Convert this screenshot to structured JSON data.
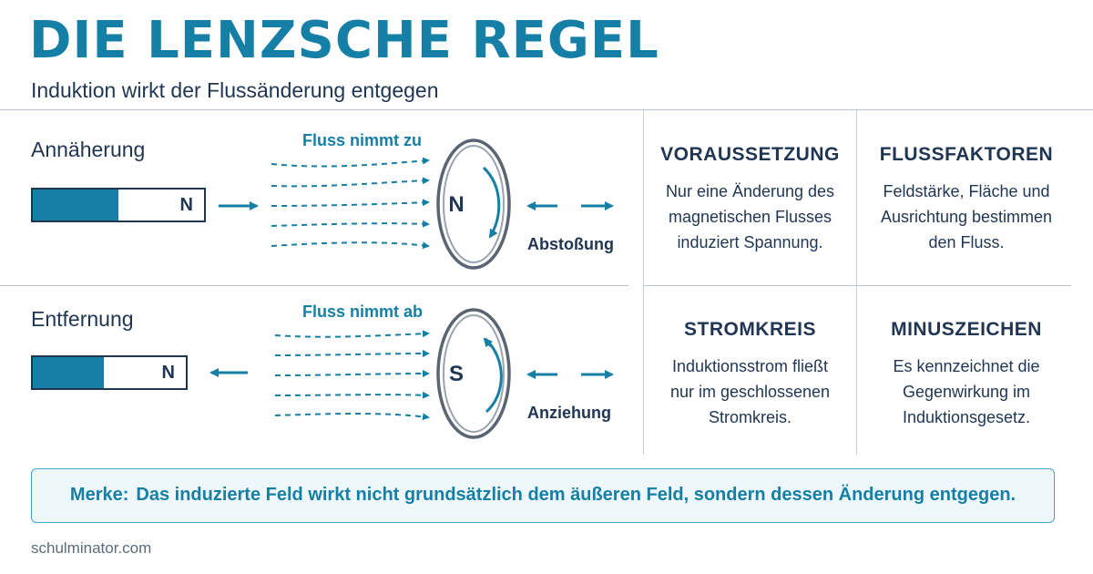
{
  "title": "DIE LENZSCHE REGEL",
  "subtitle": "Induktion wirkt der Flussänderung entgegen",
  "scenarios": [
    {
      "label": "Annäherung",
      "magnet_pole": "N",
      "flux_label": "Fluss nimmt zu",
      "ring_pole": "N",
      "effect": "Abstoßung"
    },
    {
      "label": "Entfernung",
      "magnet_pole": "N",
      "flux_label": "Fluss nimmt ab",
      "ring_pole": "S",
      "effect": "Anziehung"
    }
  ],
  "cards": [
    {
      "title": "VORAUSSETZUNG",
      "lines": [
        "Nur eine Änderung des",
        "magnetischen Flusses",
        "induziert Spannung."
      ]
    },
    {
      "title": "FLUSSFAKTOREN",
      "lines": [
        "Feldstärke, Fläche und",
        "Ausrichtung bestimmen",
        "den Fluss."
      ]
    },
    {
      "title": "STROMKREIS",
      "lines": [
        "Induktionsstrom fließt",
        "nur im geschlossenen",
        "Stromkreis."
      ]
    },
    {
      "title": "MINUSZEICHEN",
      "lines": [
        "Es kennzeichnet die",
        "Gegenwirkung im",
        "Induktionsgesetz."
      ]
    }
  ],
  "memo": {
    "lead": "Merke:",
    "text": "Das induzierte Feld wirkt nicht grundsätzlich dem äußeren Feld, sondern dessen Änderung entgegen."
  },
  "footer": "schulminator.com",
  "colors": {
    "accent": "#157fa6",
    "text": "#1f3552",
    "ring": "#6b7280"
  }
}
